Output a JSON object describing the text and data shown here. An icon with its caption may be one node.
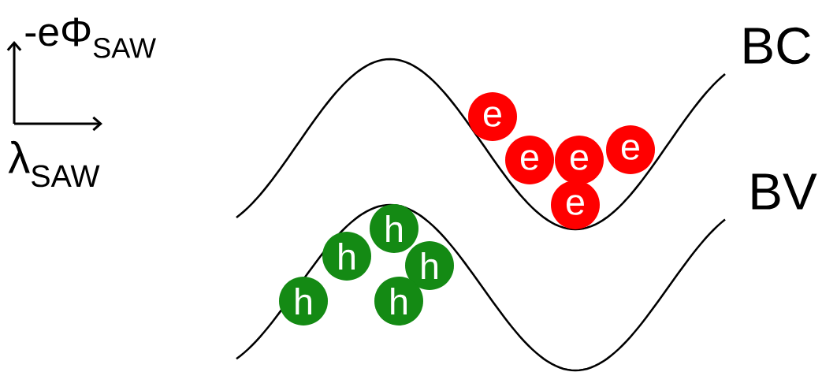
{
  "diagram": {
    "nodes": [
      {
        "text": [
          "e"
        ]
      },
      {
        "text": [
          "e"
        ]
      },
      {
        "text": [
          "e"
        ]
      },
      {
        "text": [
          "e"
        ]
      },
      {
        "text": [
          "e"
        ]
      },
      {
        "text": [
          "h"
        ]
      },
      {
        "text": [
          "h"
        ]
      },
      {
        "text": [
          "h"
        ]
      },
      {
        "text": [
          "h"
        ]
      },
      {
        "text": [
          "h"
        ]
      }
    ],
    "labels": [
      "-eΦ$_{SAW}$",
      "λ$_{SAW}$",
      "BC",
      "BV"
    ]
  }
}
